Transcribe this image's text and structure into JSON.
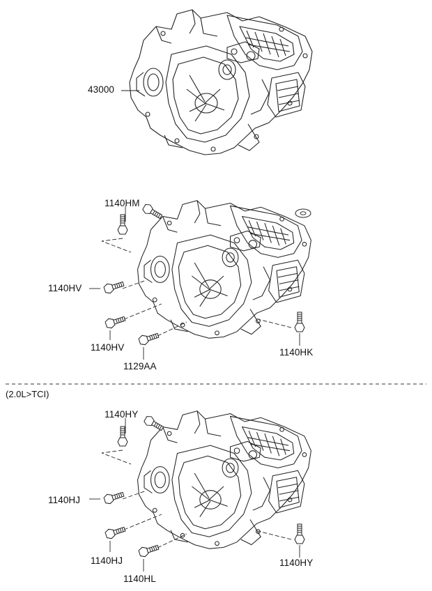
{
  "diagram": {
    "top": {
      "part_label": "43000"
    },
    "middle": {
      "labels": {
        "top_bolt": "1140HM",
        "left_bolt": "1140HV",
        "lower_left_bolt": "1140HV",
        "bottom_bolt": "1129AA",
        "right_bolt": "1140HK"
      }
    },
    "separator_caption": "(2.0L>TCI)",
    "bottom": {
      "labels": {
        "top_bolt": "1140HY",
        "left_bolt": "1140HJ",
        "lower_left_bolt": "1140HJ",
        "bottom_bolt": "1140HL",
        "right_bolt": "1140HY"
      }
    }
  }
}
